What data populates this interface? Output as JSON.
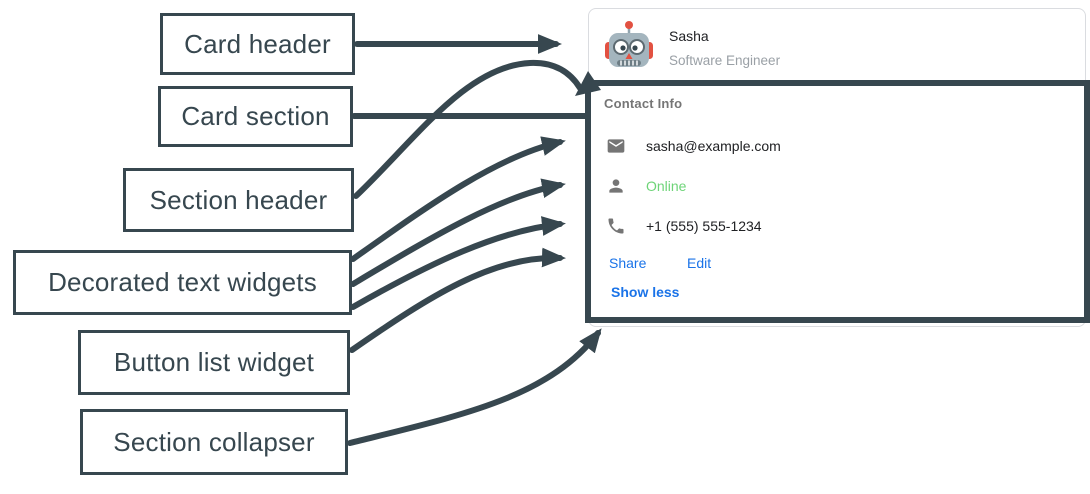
{
  "colors": {
    "annotation": "#37474F",
    "link_blue": "#1A73E8",
    "online_green": "#6ED478",
    "icon_gray": "#757575",
    "card_border": "#DADCE0",
    "text_dark": "#202124",
    "text_subtitle": "#9AA0A6",
    "section_header_gray": "#757575"
  },
  "labels": [
    {
      "id": "card-header",
      "text": "Card header"
    },
    {
      "id": "card-section",
      "text": "Card section"
    },
    {
      "id": "section-header",
      "text": "Section header"
    },
    {
      "id": "decorated-text-widgets",
      "text": "Decorated text widgets"
    },
    {
      "id": "button-list-widget",
      "text": "Button list widget"
    },
    {
      "id": "section-collapser",
      "text": "Section collapser"
    }
  ],
  "card": {
    "header": {
      "avatar_icon": "robot-avatar",
      "name": "Sasha",
      "subtitle": "Software Engineer"
    },
    "section": {
      "header": "Contact Info",
      "widgets": [
        {
          "icon": "email-icon",
          "text": "sasha@example.com"
        },
        {
          "icon": "person-icon",
          "text": "Online"
        },
        {
          "icon": "phone-icon",
          "text": "+1 (555) 555-1234"
        }
      ],
      "buttons": [
        "Share",
        "Edit"
      ],
      "collapser_label": "Show less"
    }
  }
}
